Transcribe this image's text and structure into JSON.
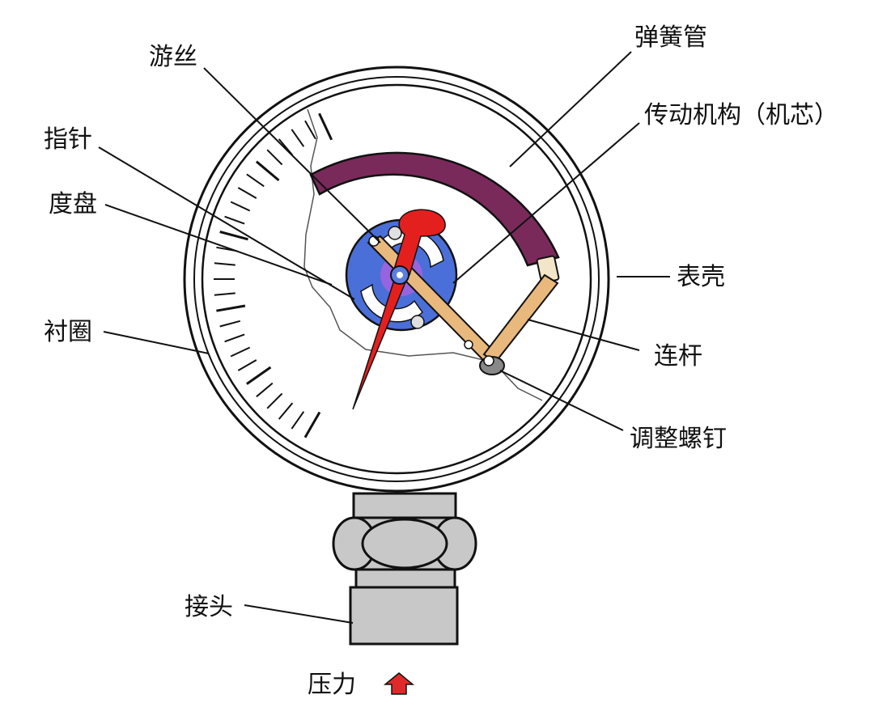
{
  "labels": {
    "hairspring": "游丝",
    "bourdon_tube": "弹簧管",
    "movement": "传动机构（机芯）",
    "pointer": "指针",
    "dial": "度盘",
    "case": "表壳",
    "liner_ring": "衬圈",
    "link": "连杆",
    "adjust_screw": "调整螺钉",
    "connector": "接头",
    "pressure": "压力"
  },
  "colors": {
    "bourdon_tube": "#7a2a5a",
    "pointer": "#e4201f",
    "movement_plate": "#4a6fd8",
    "movement_center": "#b060e0",
    "link": "#e8b87c",
    "fitting": "#c8c8c8",
    "pressure_arrow": "#e02a2a"
  },
  "icons": {
    "pressure_direction": "up-arrow-icon"
  }
}
